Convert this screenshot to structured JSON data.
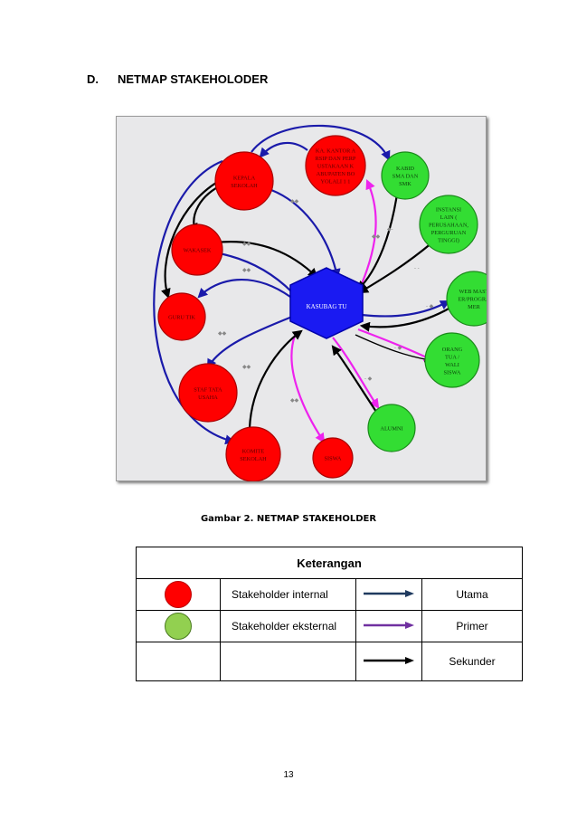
{
  "heading": {
    "number": "D.",
    "title": "NETMAP STAKEHOLODER"
  },
  "colors": {
    "internal": "#ff0000",
    "external": "#33dd33",
    "center": "#1a1af2",
    "utama": "#1a1aaa",
    "primer": "#ee22ee",
    "sekunder": "#000000"
  },
  "nodes": {
    "kasubag": "KASUBAG TU",
    "kepala": [
      "KEPALA",
      "SEKOLAH"
    ],
    "kantor": [
      "KA. KANTOR A",
      "RSIP DAN PERP",
      "USTAKAAN K",
      "ABUPATEN BO",
      "YOLALI 1 1"
    ],
    "kabid": [
      "KABID",
      "SMA DAN",
      "SMK"
    ],
    "instansi": [
      "INSTANSI",
      "LAIN (",
      "PERUSAHAAN,",
      "PERGURUAN",
      "TINGGI)"
    ],
    "wakasek": [
      "WAKASEK"
    ],
    "webmaster": [
      "WEB MAST",
      "ER/PROGRA",
      "MER"
    ],
    "guru": [
      "GURU TIK"
    ],
    "orangtua": [
      "ORANG",
      "TUA /",
      "WALI",
      "SISWA"
    ],
    "staf": [
      "STAF TATA",
      "USAHA"
    ],
    "alumni": [
      "ALUMNI"
    ],
    "komite": [
      "KOMITE",
      "SEKOLAH"
    ],
    "siswa": [
      "SISWA"
    ]
  },
  "caption": "Gambar 2.  NETMAP STAKEHOLDER",
  "legend": {
    "title": "Keterangan",
    "rows": [
      {
        "kind": "Stakeholder  internal",
        "color": "#ff0000",
        "line": "Utama",
        "line_color": "#1f3a5f"
      },
      {
        "kind": "Stakeholder eksternal",
        "color": "#92d050",
        "line": "Primer",
        "line_color": "#7030a0"
      },
      {
        "kind": "",
        "color": "",
        "line": "Sekunder",
        "line_color": "#000000"
      }
    ]
  },
  "page_number": "13"
}
